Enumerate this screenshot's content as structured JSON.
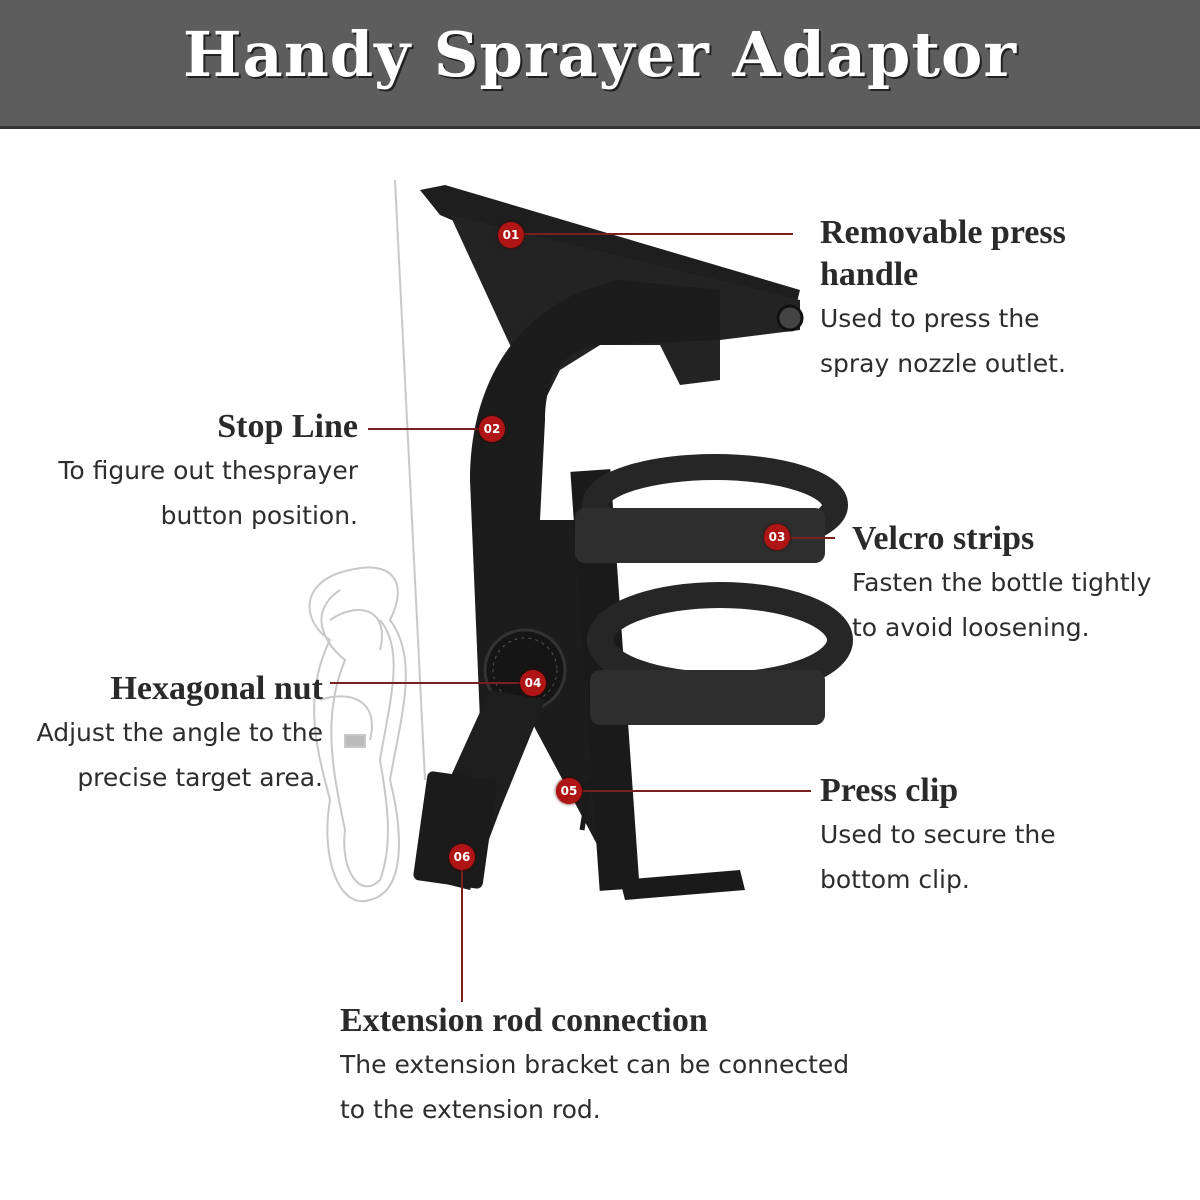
{
  "header": {
    "title": "Handy Sprayer Adaptor",
    "background": "#5d5d5d"
  },
  "callouts": [
    {
      "number": "01",
      "title": "Removable press handle",
      "title_lines": [
        "Removable press",
        "handle"
      ],
      "description_lines": [
        "Used to press the",
        "spray nozzle outlet."
      ]
    },
    {
      "number": "02",
      "title": "Stop Line",
      "description_lines": [
        "To figure out thesprayer",
        "button position."
      ]
    },
    {
      "number": "03",
      "title": "Velcro strips",
      "description_lines": [
        "Fasten the bottle tightly",
        "to avoid loosening."
      ]
    },
    {
      "number": "04",
      "title": "Hexagonal nut",
      "description_lines": [
        "Adjust the angle to the",
        "precise target area."
      ]
    },
    {
      "number": "05",
      "title": "Press clip",
      "description_lines": [
        "Used to secure the",
        "bottom clip."
      ]
    },
    {
      "number": "06",
      "title": "Extension rod connection",
      "description_lines": [
        "The extension bracket can be connected",
        "to the extension rod."
      ]
    }
  ],
  "colors": {
    "badge": "#b01515",
    "leader_line": "#7a2020",
    "product": "#1e1e1e"
  }
}
